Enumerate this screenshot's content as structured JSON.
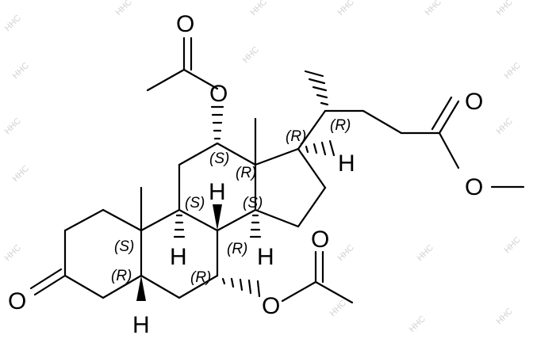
{
  "atoms": {
    "ketone_O": "O",
    "ester_O_carbonyl": "O",
    "ester_O_single": "O",
    "acetoxy12_O": "O",
    "acetoxy12_O_carbonyl": "O",
    "acetoxy7_O": "O",
    "acetoxy7_O_carbonyl": "O",
    "H5": "H",
    "H8": "H",
    "H9": "H",
    "H14": "H",
    "H17": "H"
  },
  "stereo_labels": {
    "C20": "(R)",
    "C17": "(R)",
    "C12": "(S)",
    "C13": "(R)",
    "C9": "(S)",
    "C14": "(S)",
    "C8": "(R)",
    "C10": "(S)",
    "C5": "(R)",
    "C7": "(R)"
  },
  "watermark": "HHC"
}
